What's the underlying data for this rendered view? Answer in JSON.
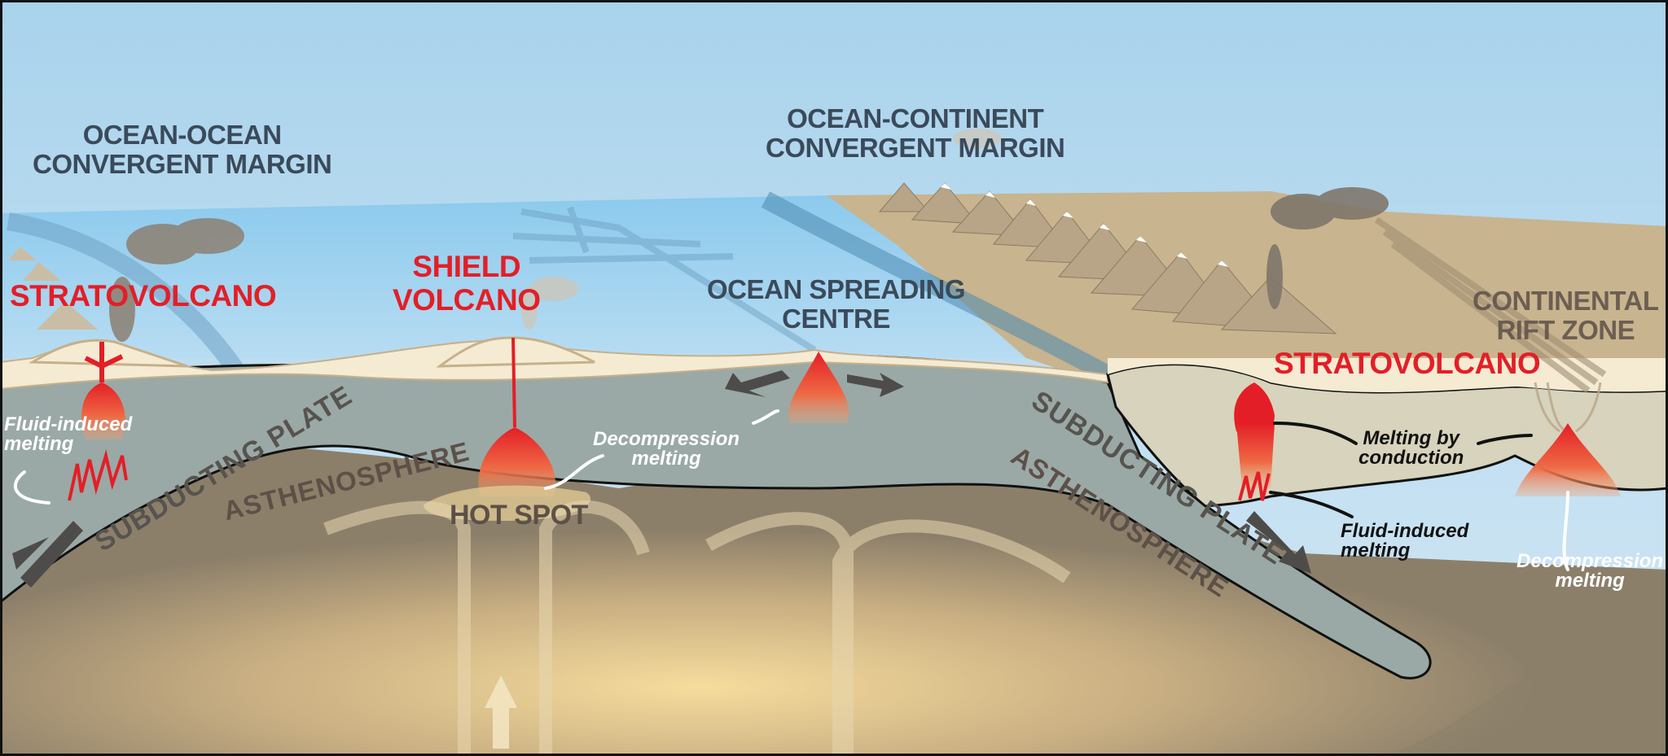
{
  "title": "Plate tectonic settings of volcanism",
  "colors": {
    "sky_top": "#a9d3ec",
    "sky_bottom": "#d4e8f5",
    "ocean": "#9fd0ee",
    "continent": "#c8b48e",
    "crust_light": "#f5ebd3",
    "lithosphere": "#9aa9a6",
    "continental_lith": "#d7d3bc",
    "asthenosphere": "#8c7f6a",
    "hot_core": "#f3d79a",
    "magma": "#e41e26",
    "label_dark": "#3b4a5a",
    "label_red": "#e41e26",
    "label_brown": "#5d5048"
  },
  "settings": {
    "ocean_ocean": {
      "heading_line1": "OCEAN-OCEAN",
      "heading_line2": "CONVERGENT MARGIN",
      "volcano": "STRATOVOLCANO"
    },
    "shield": {
      "volcano_line1": "SHIELD",
      "volcano_line2": "VOLCANO"
    },
    "spreading": {
      "heading_line1": "OCEAN SPREADING",
      "heading_line2": "CENTRE"
    },
    "ocean_continent": {
      "heading_line1": "OCEAN-CONTINENT",
      "heading_line2": "CONVERGENT MARGIN",
      "volcano": "STRATOVOLCANO"
    },
    "rift": {
      "heading_line1": "CONTINENTAL",
      "heading_line2": "RIFT ZONE"
    }
  },
  "layers": {
    "subducting_plate_left": "SUBDUCTING PLATE",
    "subducting_plate_right": "SUBDUCTING PLATE",
    "asthenosphere_left": "ASTHENOSPHERE",
    "asthenosphere_right": "ASTHENOSPHERE",
    "hot_spot": "HOT SPOT"
  },
  "annotations": {
    "fluid_left_l1": "Fluid-induced",
    "fluid_left_l2": "melting",
    "decomp_center_l1": "Decompression",
    "decomp_center_l2": "melting",
    "conduction_l1": "Melting by",
    "conduction_l2": "conduction",
    "fluid_right_l1": "Fluid-induced",
    "fluid_right_l2": "melting",
    "decomp_right_l1": "Decompression",
    "decomp_right_l2": "melting"
  }
}
